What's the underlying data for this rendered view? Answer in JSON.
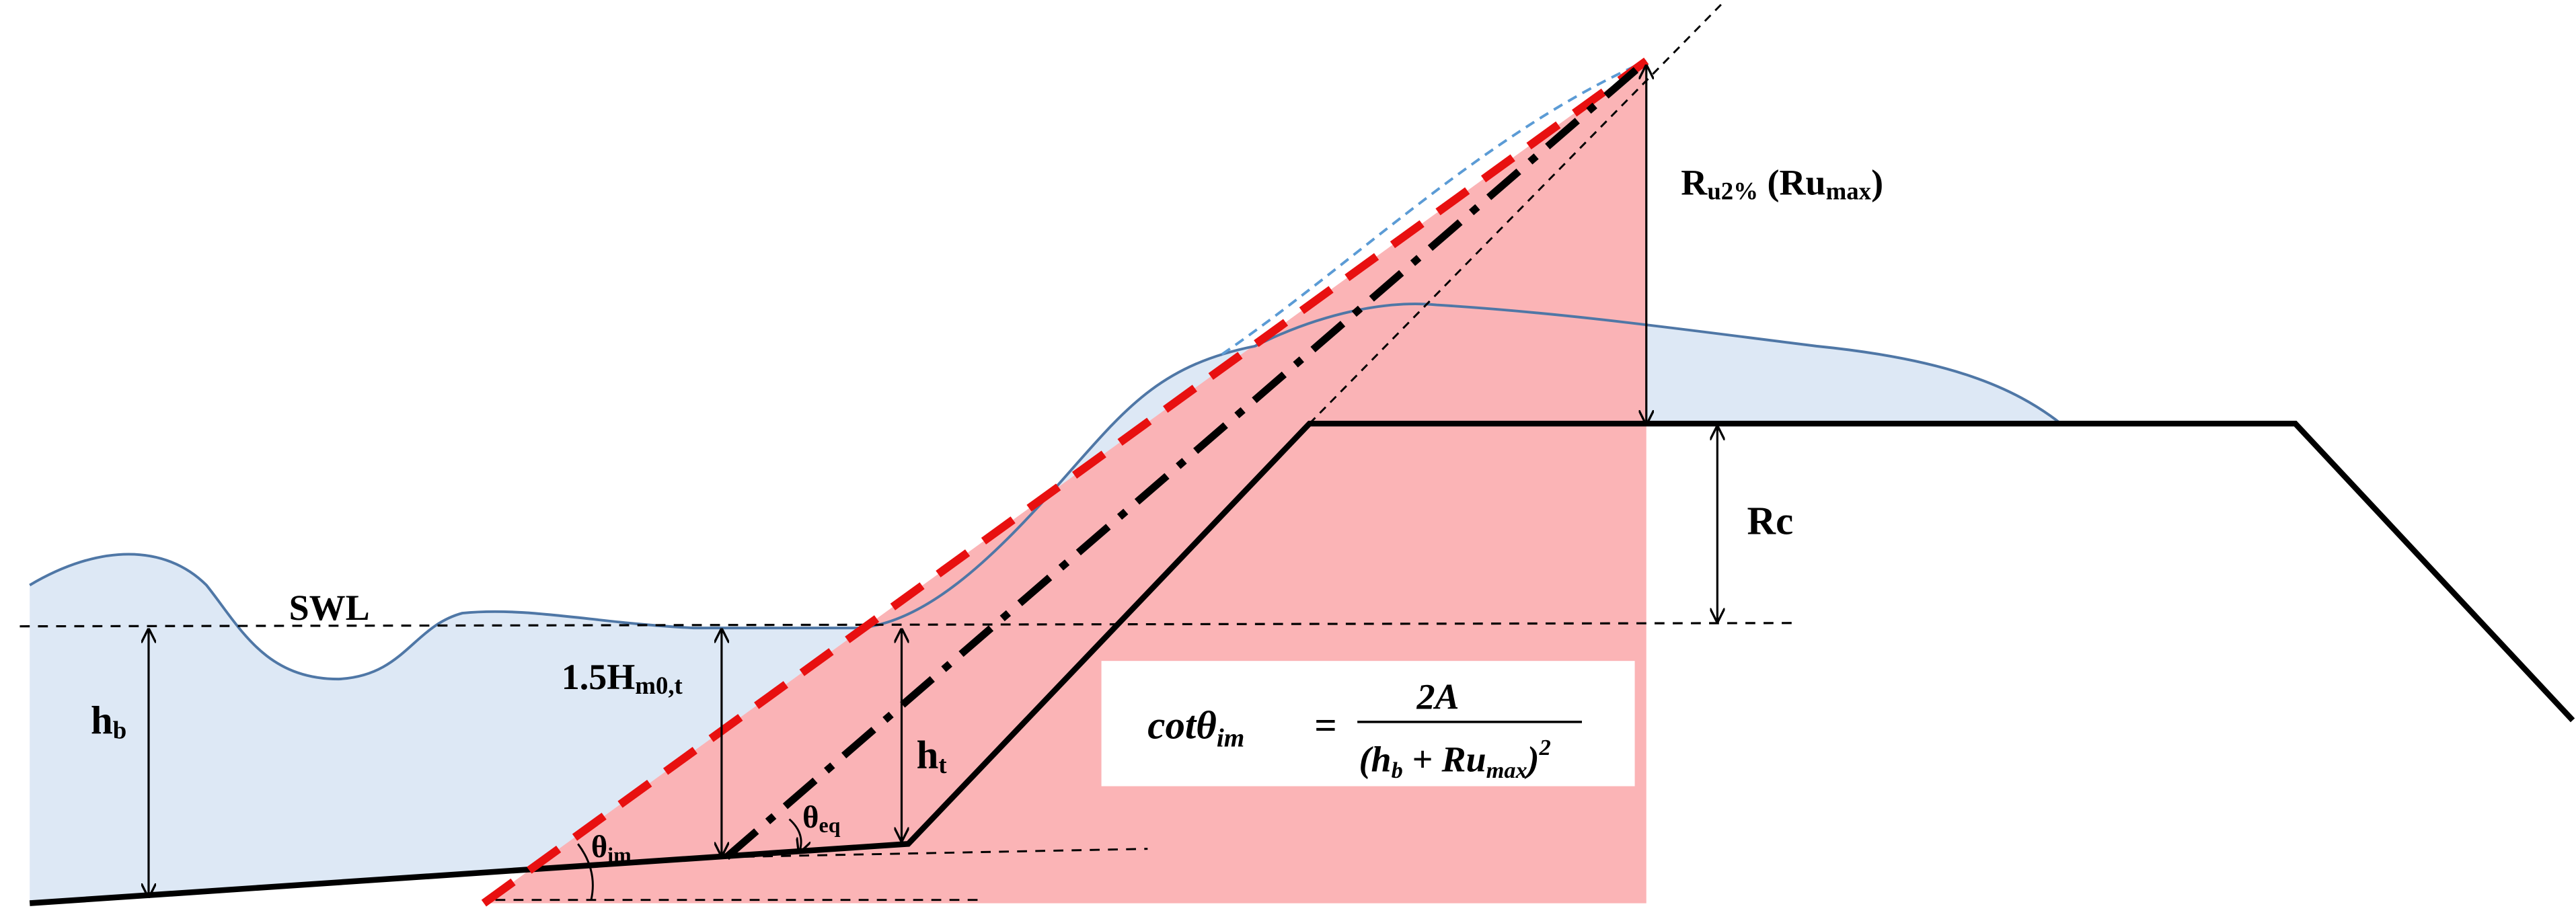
{
  "labels": {
    "swl": "SWL",
    "hb_main": "h",
    "hb_sub": "b",
    "ht_main": "h",
    "ht_sub": "t",
    "h15_main": "1.5H",
    "h15_sub": "m0,t",
    "theta_im_main": "θ",
    "theta_im_sub": "im",
    "theta_eq_main": "θ",
    "theta_eq_sub": "eq",
    "rc": "Rc",
    "ru_main": "R",
    "ru_sub": "u2%",
    "ru_paren_open": " (Ru",
    "ru_paren_sub": "max",
    "ru_paren_close": ")"
  },
  "formula": {
    "lhs_main": "cotθ",
    "lhs_sub": "im",
    "equals": "=",
    "numerator": "2A",
    "den_open": "(h",
    "den_sub1": "b",
    "den_mid": " + Ru",
    "den_sub2": "max",
    "den_close": ")",
    "den_exp": "2"
  },
  "colors": {
    "water": "#dde8f5",
    "water_outline": "#4f77a6",
    "pink": "#fbb0b2",
    "red_dash": "#e81010",
    "light_blue_dash": "#5b9bd5",
    "black": "#000000"
  }
}
